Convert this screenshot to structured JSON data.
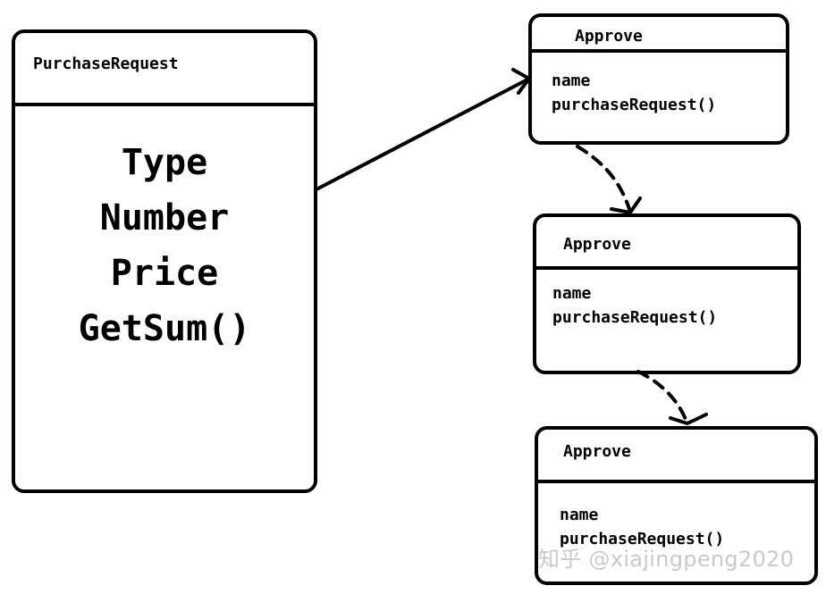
{
  "purchase_request": {
    "title": "PurchaseRequest",
    "attributes": [
      "Type",
      "Number",
      "Price",
      "GetSum()"
    ]
  },
  "approvers": [
    {
      "title": "Approve",
      "fields": [
        "name",
        "purchaseRequest()"
      ]
    },
    {
      "title": "Approve",
      "fields": [
        "name",
        "purchaseRequest()"
      ]
    },
    {
      "title": "Approve",
      "fields": [
        "name",
        "purchaseRequest()"
      ]
    }
  ],
  "watermark": "知乎 @xiajingpeng2020"
}
